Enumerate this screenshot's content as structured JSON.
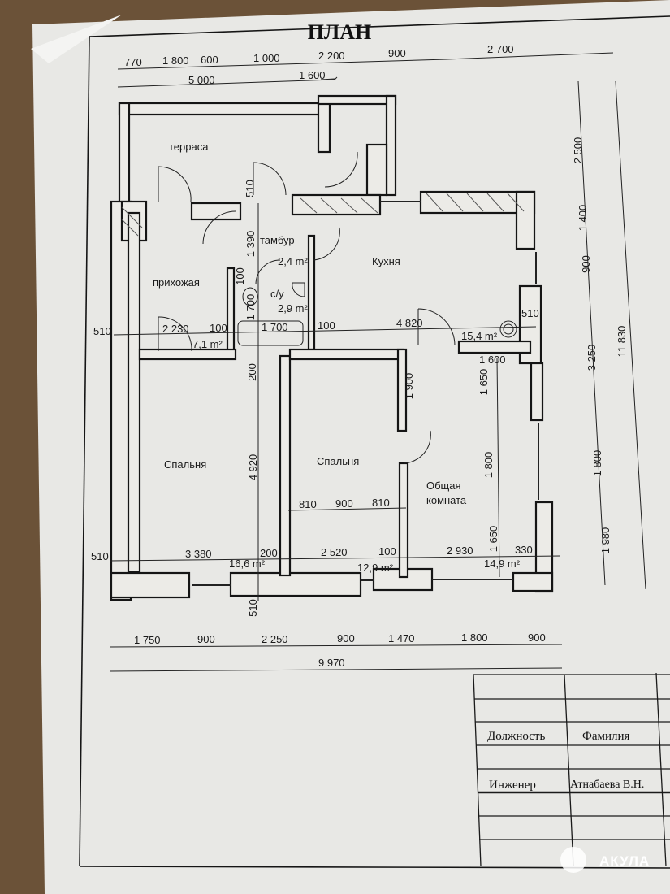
{
  "title": "ПЛАН",
  "top_dims_row1": [
    "770",
    "1 800",
    "600",
    "1 000",
    "2 200",
    "900",
    "2 700"
  ],
  "top_dims_row2": [
    "5 000",
    "1 600"
  ],
  "right_dims_inner": [
    "2 500",
    "1 400",
    "900",
    "3 250",
    "1 800",
    "1 980"
  ],
  "right_dims_total": "11 830",
  "bottom_dims_row1": [
    "1 750",
    "900",
    "2 250",
    "900",
    "1 470",
    "1 800",
    "900"
  ],
  "bottom_dims_total": "9 970",
  "rooms": {
    "terrace": "терраса",
    "vestibule": "тамбур",
    "vestibule_area": "2,4 m²",
    "hall": "прихожая",
    "hall_area": "7,1 m²",
    "bathroom": "с/у",
    "bathroom_area": "2,9 m²",
    "kitchen": "Кухня",
    "kitchen_area": "15,4 m²",
    "bedroom1": "Спальня",
    "bedroom1_area": "16,6 m²",
    "bedroom2": "Спальня",
    "bedroom2_area": "12,9 m²",
    "living_line1": "Общая",
    "living_line2": "комната",
    "living_area": "14,9 m²"
  },
  "inner_dims": {
    "d510_top": "510",
    "d1390": "1 390",
    "d100_v": "100",
    "d1700_v": "1 700",
    "d510_left": "510",
    "d2230": "2 230",
    "d100_a": "100",
    "d1700_h": "1 700",
    "d100_b": "100",
    "d4820": "4 820",
    "d510_right": "510",
    "d1600": "1 600",
    "d200_v": "200",
    "d4920": "4 920",
    "d1900": "1 900",
    "d1650_a": "1 650",
    "d1800_v": "1 800",
    "d1650_b": "1 650",
    "d810_a": "810",
    "d900_mid": "900",
    "d810_b": "810",
    "d510_left2": "510",
    "d3380": "3 380",
    "d200_h": "200",
    "d2520": "2 520",
    "d100_c": "100",
    "d2930": "2 930",
    "d330": "330",
    "d510_bottom": "510"
  },
  "title_block": {
    "position_header": "Должность",
    "surname_header": "Фамилия",
    "position_value": "Инженер",
    "surname_value": "Атнабаева В.Н."
  },
  "watermark": "АКУЛА"
}
